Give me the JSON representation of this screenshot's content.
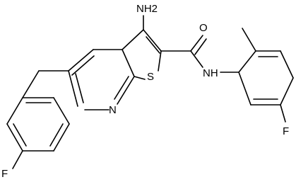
{
  "structure": {
    "atoms": {
      "nh2": "NH2",
      "o": "O",
      "nh": "NH",
      "s": "S",
      "n": "N",
      "f_left": "F",
      "f_right": "F"
    }
  }
}
